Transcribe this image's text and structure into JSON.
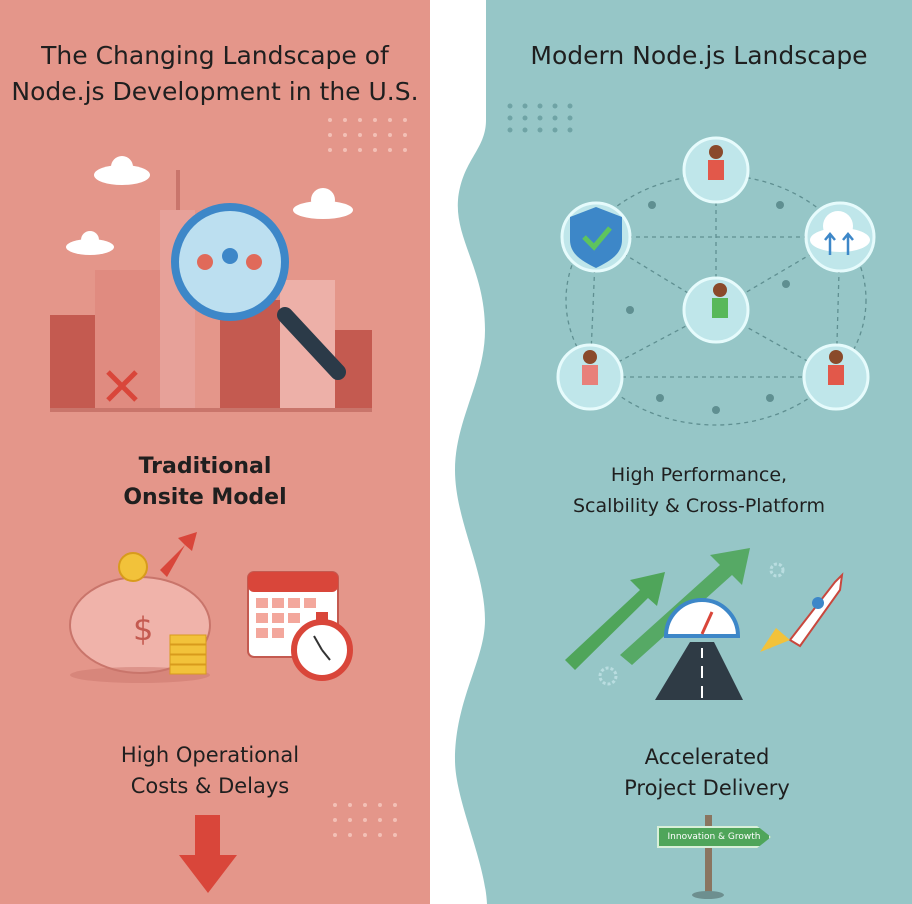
{
  "left": {
    "title_line1": "The Changing Landscape of",
    "title_line2": "Node.js Development in the U.S.",
    "model_line1": "Traditional",
    "model_line2": "Onsite Model",
    "outcome_line1": "High Operational",
    "outcome_line2": "Costs & Delays"
  },
  "right": {
    "title": "Modern Node.js Landscape",
    "benefit_line1": "High Performance,",
    "benefit_line2": "Scalbility & Cross-Platform",
    "outcome_line1": "Accelerated",
    "outcome_line2": "Project Delivery",
    "sign_text": "Innovation & Growth"
  },
  "colors": {
    "left_bg": "#e4968a",
    "right_bg": "#96c6c7",
    "accent_red": "#d9463a",
    "accent_green": "#4fa55a",
    "accent_blue": "#3d87c8"
  }
}
